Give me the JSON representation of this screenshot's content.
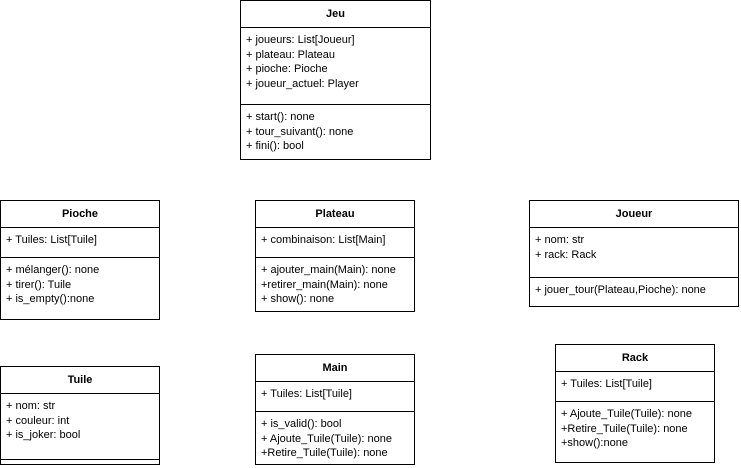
{
  "classes": {
    "jeu": {
      "name": "Jeu",
      "attributes": [
        "+ joueurs: List[Joueur]",
        "+ plateau: Plateau",
        "+ pioche: Pioche",
        "+ joueur_actuel: Player"
      ],
      "methods": [
        "+ start(): none",
        "+ tour_suivant(): none",
        "+ fini(): bool"
      ]
    },
    "pioche": {
      "name": "Pioche",
      "attributes": [
        "+ Tuiles: List[Tuile]"
      ],
      "methods": [
        "+ mélanger(): none",
        "+ tirer(): Tuile",
        "+ is_empty():none"
      ]
    },
    "plateau": {
      "name": "Plateau",
      "attributes": [
        "+ combinaison: List[Main]"
      ],
      "methods": [
        "+ ajouter_main(Main): none",
        "+retirer_main(Main): none",
        "+ show(): none"
      ]
    },
    "joueur": {
      "name": "Joueur",
      "attributes": [
        "+ nom: str",
        "+ rack: Rack"
      ],
      "methods": [
        "+ jouer_tour(Plateau,Pioche): none"
      ]
    },
    "tuile": {
      "name": "Tuile",
      "attributes": [
        "+ nom: str",
        "+ couleur: int",
        "+ is_joker: bool"
      ],
      "methods": []
    },
    "main": {
      "name": "Main",
      "attributes": [
        "+ Tuiles: List[Tuile]"
      ],
      "methods": [
        "+ is_valid(): bool",
        "+ Ajoute_Tuile(Tuile): none",
        "+Retire_Tuile(Tuile): none"
      ]
    },
    "rack": {
      "name": "Rack",
      "attributes": [
        "+ Tuiles: List[Tuile]"
      ],
      "methods": [
        "+ Ajoute_Tuile(Tuile): none",
        "+Retire_Tuile(Tuile): none",
        "+show():none"
      ]
    }
  }
}
